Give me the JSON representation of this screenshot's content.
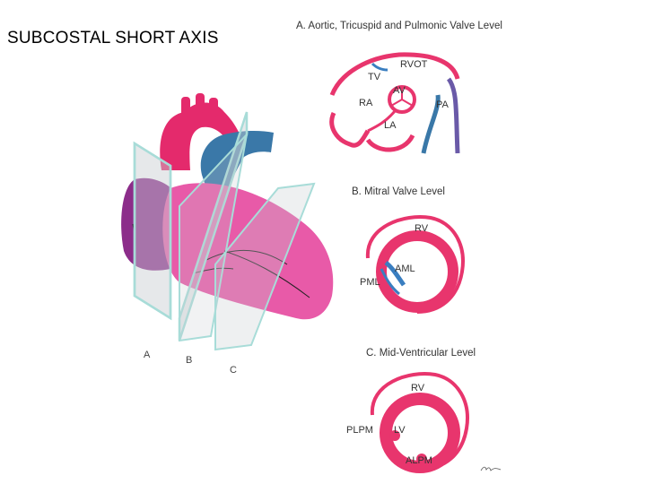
{
  "title": "SUBCOSTAL SHORT AXIS",
  "colors": {
    "myocardium": "#e8356d",
    "aorta": "#e42a6c",
    "pulmonary": "#3a78a8",
    "atrium": "#8c2d8a",
    "ventricle_fill": "#e85aa8",
    "plane_edge": "#a8dcd8",
    "plane_fill": "#c8cdd0",
    "valve": "#3a7ec0"
  },
  "planes": {
    "a": "A",
    "b": "B",
    "c": "C"
  },
  "sections": {
    "a": {
      "heading": "A. Aortic, Tricuspid and Pulmonic Valve Level",
      "labels": {
        "rvot": "RVOT",
        "tv": "TV",
        "av": "AV",
        "ra": "RA",
        "pa": "PA",
        "la": "LA"
      }
    },
    "b": {
      "heading": "B. Mitral Valve Level",
      "labels": {
        "rv": "RV",
        "aml": "AML",
        "pml": "PML"
      }
    },
    "c": {
      "heading": "C. Mid-Ventricular Level",
      "labels": {
        "rv": "RV",
        "plpm": "PLPM",
        "lv": "LV",
        "alpm": "ALPM"
      }
    }
  }
}
